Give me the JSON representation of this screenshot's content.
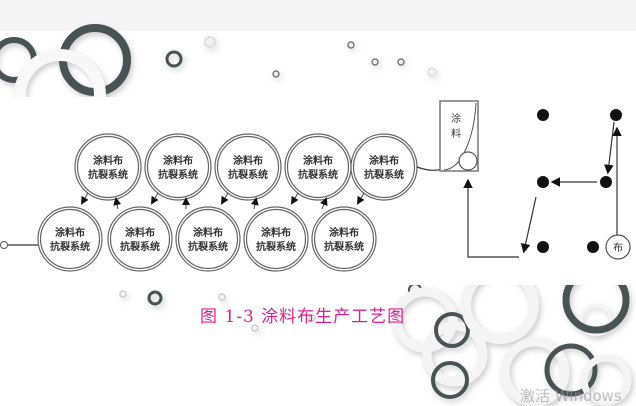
{
  "diagram": {
    "system_node_line1": "涂料布",
    "system_node_line2": "抗裂系统",
    "coating_tank_label_line1": "涂",
    "coating_tank_label_line2": "料",
    "fabric_roll_label": "布"
  },
  "caption": "图 1-3 涂料布生产工艺图",
  "watermark": "激活 Windows",
  "colors": {
    "caption": "#e0208a",
    "ring_dark": "#4a5252",
    "top_band": "#f4f4f4"
  }
}
